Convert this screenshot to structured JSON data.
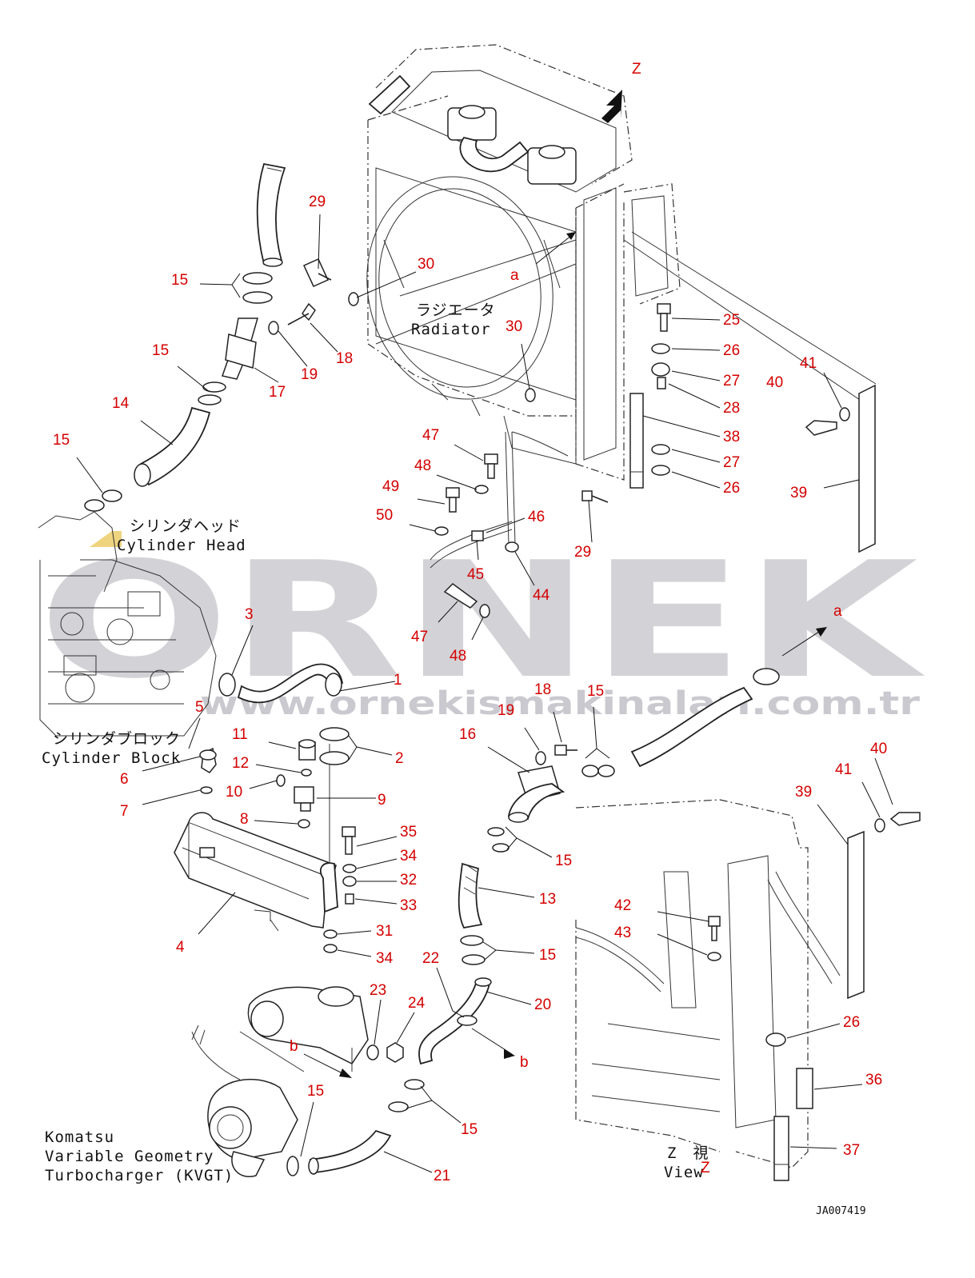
{
  "drawing_code": "JA007419",
  "view_marker": "Z",
  "arrow_labels": {
    "a": "a",
    "b": "b"
  },
  "labels": {
    "radiator_jp": "ラジエータ",
    "radiator_en": "Radiator",
    "cylinder_head_jp": "シリンダヘッド",
    "cylinder_head_en": "Cylinder Head",
    "cylinder_block_jp": "シリンダブロック",
    "cylinder_block_en": "Cylinder Block",
    "kvgt_line1": "Komatsu",
    "kvgt_line2": "Variable Geometry",
    "kvgt_line3": "Turbocharger (KVGT)",
    "view_jp": "Z　視",
    "view_en": "View",
    "view_z": "Z"
  },
  "watermark": {
    "brand": "ORNEK",
    "url": "www.ornekismakinalari.com.tr"
  },
  "callouts": [
    "29",
    "30",
    "15",
    "18",
    "19",
    "17",
    "15",
    "14",
    "15",
    "30",
    "25",
    "26",
    "27",
    "28",
    "38",
    "27",
    "26",
    "41",
    "40",
    "39",
    "47",
    "48",
    "49",
    "50",
    "46",
    "45",
    "44",
    "29",
    "47",
    "48",
    "3",
    "1",
    "5",
    "11",
    "12",
    "2",
    "6",
    "10",
    "9",
    "7",
    "8",
    "35",
    "34",
    "32",
    "33",
    "31",
    "34",
    "4",
    "18",
    "15",
    "19",
    "16",
    "15",
    "13",
    "15",
    "42",
    "43",
    "22",
    "20",
    "23",
    "24",
    "26",
    "36",
    "15",
    "15",
    "21",
    "37",
    "40",
    "41",
    "39"
  ],
  "colors": {
    "callout": "#d40000",
    "line": "#222222",
    "watermark": "#d3d3d7"
  }
}
